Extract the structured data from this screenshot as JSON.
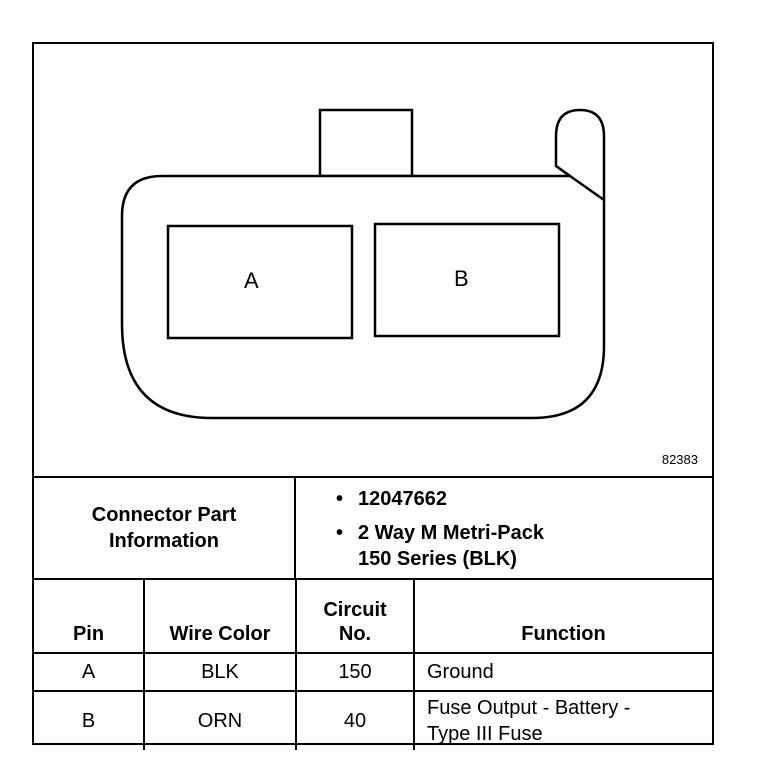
{
  "diagram": {
    "pin_a_label": "A",
    "pin_b_label": "B",
    "figure_id": "82383"
  },
  "connector_info": {
    "heading_line1": "Connector Part",
    "heading_line2": "Information",
    "part_number": "12047662",
    "description_line1": "2 Way M Metri-Pack",
    "description_line2": "150 Series (BLK)",
    "bullet": "•"
  },
  "table": {
    "headers": {
      "pin": "Pin",
      "wire_color": "Wire Color",
      "circuit_line1": "Circuit",
      "circuit_line2": "No.",
      "function": "Function"
    },
    "rows": [
      {
        "pin": "A",
        "wire_color": "BLK",
        "circuit": "150",
        "function_line1": "Ground",
        "function_line2": ""
      },
      {
        "pin": "B",
        "wire_color": "ORN",
        "circuit": "40",
        "function_line1": "Fuse Output - Battery -",
        "function_line2": "Type III Fuse"
      }
    ]
  }
}
